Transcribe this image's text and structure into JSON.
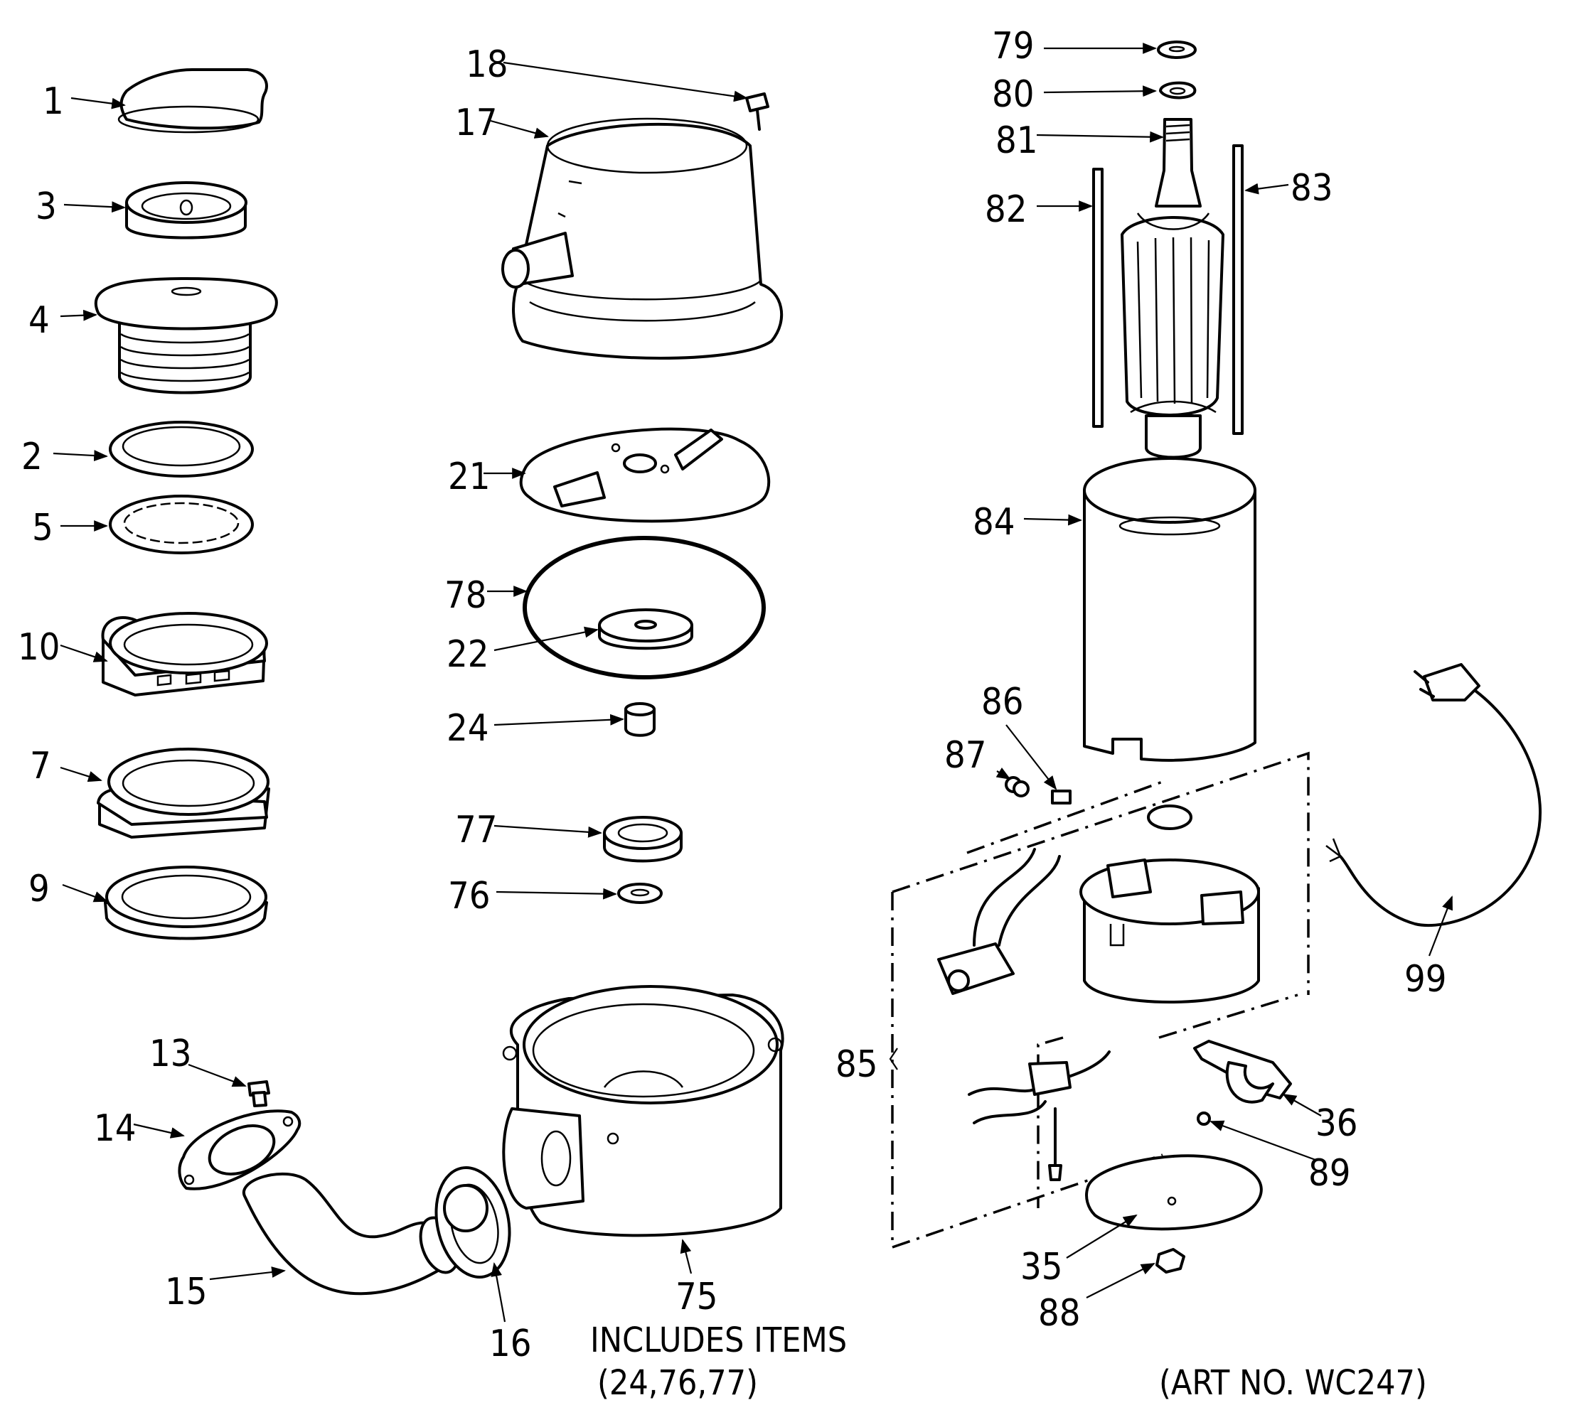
{
  "labels": {
    "p1": "1",
    "p3": "3",
    "p4": "4",
    "p2": "2",
    "p5": "5",
    "p10": "10",
    "p7": "7",
    "p9": "9",
    "p13": "13",
    "p14": "14",
    "p15": "15",
    "p16": "16",
    "p18": "18",
    "p17": "17",
    "p21": "21",
    "p78": "78",
    "p22": "22",
    "p24": "24",
    "p77": "77",
    "p76": "76",
    "p75": "75",
    "p79": "79",
    "p80": "80",
    "p81": "81",
    "p82": "82",
    "p83": "83",
    "p84": "84",
    "p86": "86",
    "p87": "87",
    "p85": "85",
    "p36": "36",
    "p89": "89",
    "p35": "35",
    "p88": "88",
    "p99": "99"
  },
  "notes": {
    "includes_line1": "INCLUDES ITEMS",
    "includes_line2": "(24,76,77)",
    "art_no": "(ART NO. WC247)"
  }
}
